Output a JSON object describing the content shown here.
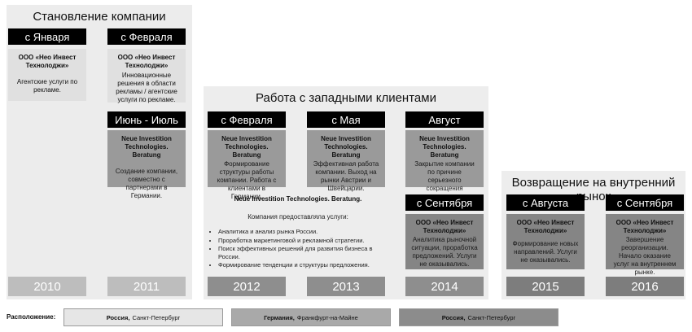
{
  "sections": {
    "formation": {
      "title": "Становление компании"
    },
    "western": {
      "title": "Работа с западными клиентами"
    },
    "return": {
      "title": "Возвращение на внутренний рынок"
    }
  },
  "periods": [
    {
      "label": "с Января",
      "company": "ООО «Нео Инвест Технолоджи»",
      "description": "Агентские услуги по рекламе."
    },
    {
      "label": "с Февраля",
      "company": "ООО «Нео Инвест Технолоджи»",
      "description": "Инновационные решения в области рекламы / агентские услуги по рекламе."
    },
    {
      "label": "Июнь - Июль",
      "company": "Neue Investition Technologies. Beratung",
      "description": "Создание компании, совместно с партнерами в Германии."
    },
    {
      "label": "с Февраля",
      "company": "Neue Investition Technologies. Beratung",
      "description": "Формирование структуры работы компании. Работа с клиентами в Германии."
    },
    {
      "label": "с Мая",
      "company": "Neue Investition Technologies. Beratung",
      "description": "Эффективная работа компании. Выход на рынки Австрии и Швейцарии."
    },
    {
      "label": "Август",
      "company": "Neue Investition Technologies. Beratung",
      "description": "Закрытие компании по причине серьезного сокращения поступающих заказов."
    },
    {
      "label": "с Сентября",
      "company": "ООО «Нео Инвест Технолоджи»",
      "description": "Аналитика рыночной ситуации, проработка предложений. Услуги не оказывались."
    },
    {
      "label": "с Августа",
      "company": "ООО «Нео Инвест Технолоджи»",
      "description": "Формирование новых направлений. Услуги не оказывались."
    },
    {
      "label": "с Сентября",
      "company": "ООО «Нео Инвест Технолоджи»",
      "description": "Завершение реорганизации. Начало оказание услуг на внутреннем рынке."
    }
  ],
  "summary": {
    "company": "Neue Investition Technologies. Beratung.",
    "intro": "Компания предоставляла услуги:",
    "services": [
      "Аналитика и анализ рынка России.",
      "Проработка маркетинговой и рекламной стратегии.",
      "Поиск эффективных решений для развития бизнеса в России.",
      "Формирование тенденции и структуры предложения."
    ]
  },
  "years": [
    "2010",
    "2011",
    "2012",
    "2013",
    "2014",
    "2015",
    "2016"
  ],
  "legend": {
    "label": "Расположение:",
    "items": [
      {
        "country": "Россия,",
        "city": "Санкт-Петербург",
        "color": "#e6e6e6"
      },
      {
        "country": "Германия,",
        "city": "Франкфурт-на-Майне",
        "color": "#a9a9a9"
      },
      {
        "country": "Россия,",
        "city": "Санкт-Петербург",
        "color": "#8c8c8c"
      }
    ]
  }
}
